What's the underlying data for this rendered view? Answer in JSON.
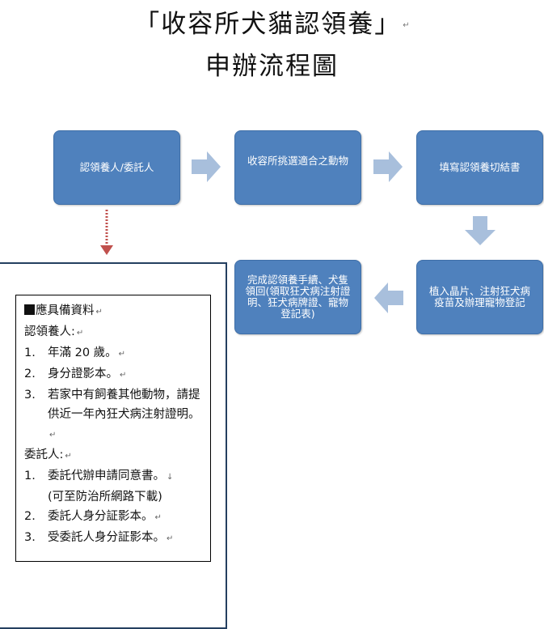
{
  "title": {
    "line1": "「收容所犬貓認領養」",
    "line2": "申辦流程圖",
    "paragraph_mark": "↵"
  },
  "flow": {
    "box1": "認領養人/委託人",
    "box2": "收容所挑選適合之動物",
    "box3": "填寫認領養切結書",
    "box4": "植入晶片、注射狂犬病疫苗及辦理寵物登記",
    "box5": "完成認領養手續、犬隻領回(領取狂犬病注射證明、狂犬病牌證、寵物登記表)"
  },
  "requirements": {
    "heading": "應具備資料",
    "adopter_label": "認領養人:",
    "adopter_items": [
      {
        "num": "1.",
        "text": "年滿 20 歲。"
      },
      {
        "num": "2.",
        "text": "身分證影本。"
      },
      {
        "num": "3.",
        "text": "若家中有飼養其他動物，請提供近一年內狂犬病注射證明。"
      }
    ],
    "delegator_label": "委託人:",
    "delegator_items": [
      {
        "num": "1.",
        "text": "委託代辦申請同意書。",
        "extra": "(可至防治所網路下載)"
      },
      {
        "num": "2.",
        "text": "委託人身分証影本。"
      },
      {
        "num": "3.",
        "text": "受委託人身分証影本。"
      }
    ]
  },
  "colors": {
    "box_fill": "#4f81bd",
    "box_text": "#ffffff",
    "arrow_fill": "#a8bfdc",
    "dashed_arrow": "#c0504d",
    "outer_border": "#243f60"
  }
}
